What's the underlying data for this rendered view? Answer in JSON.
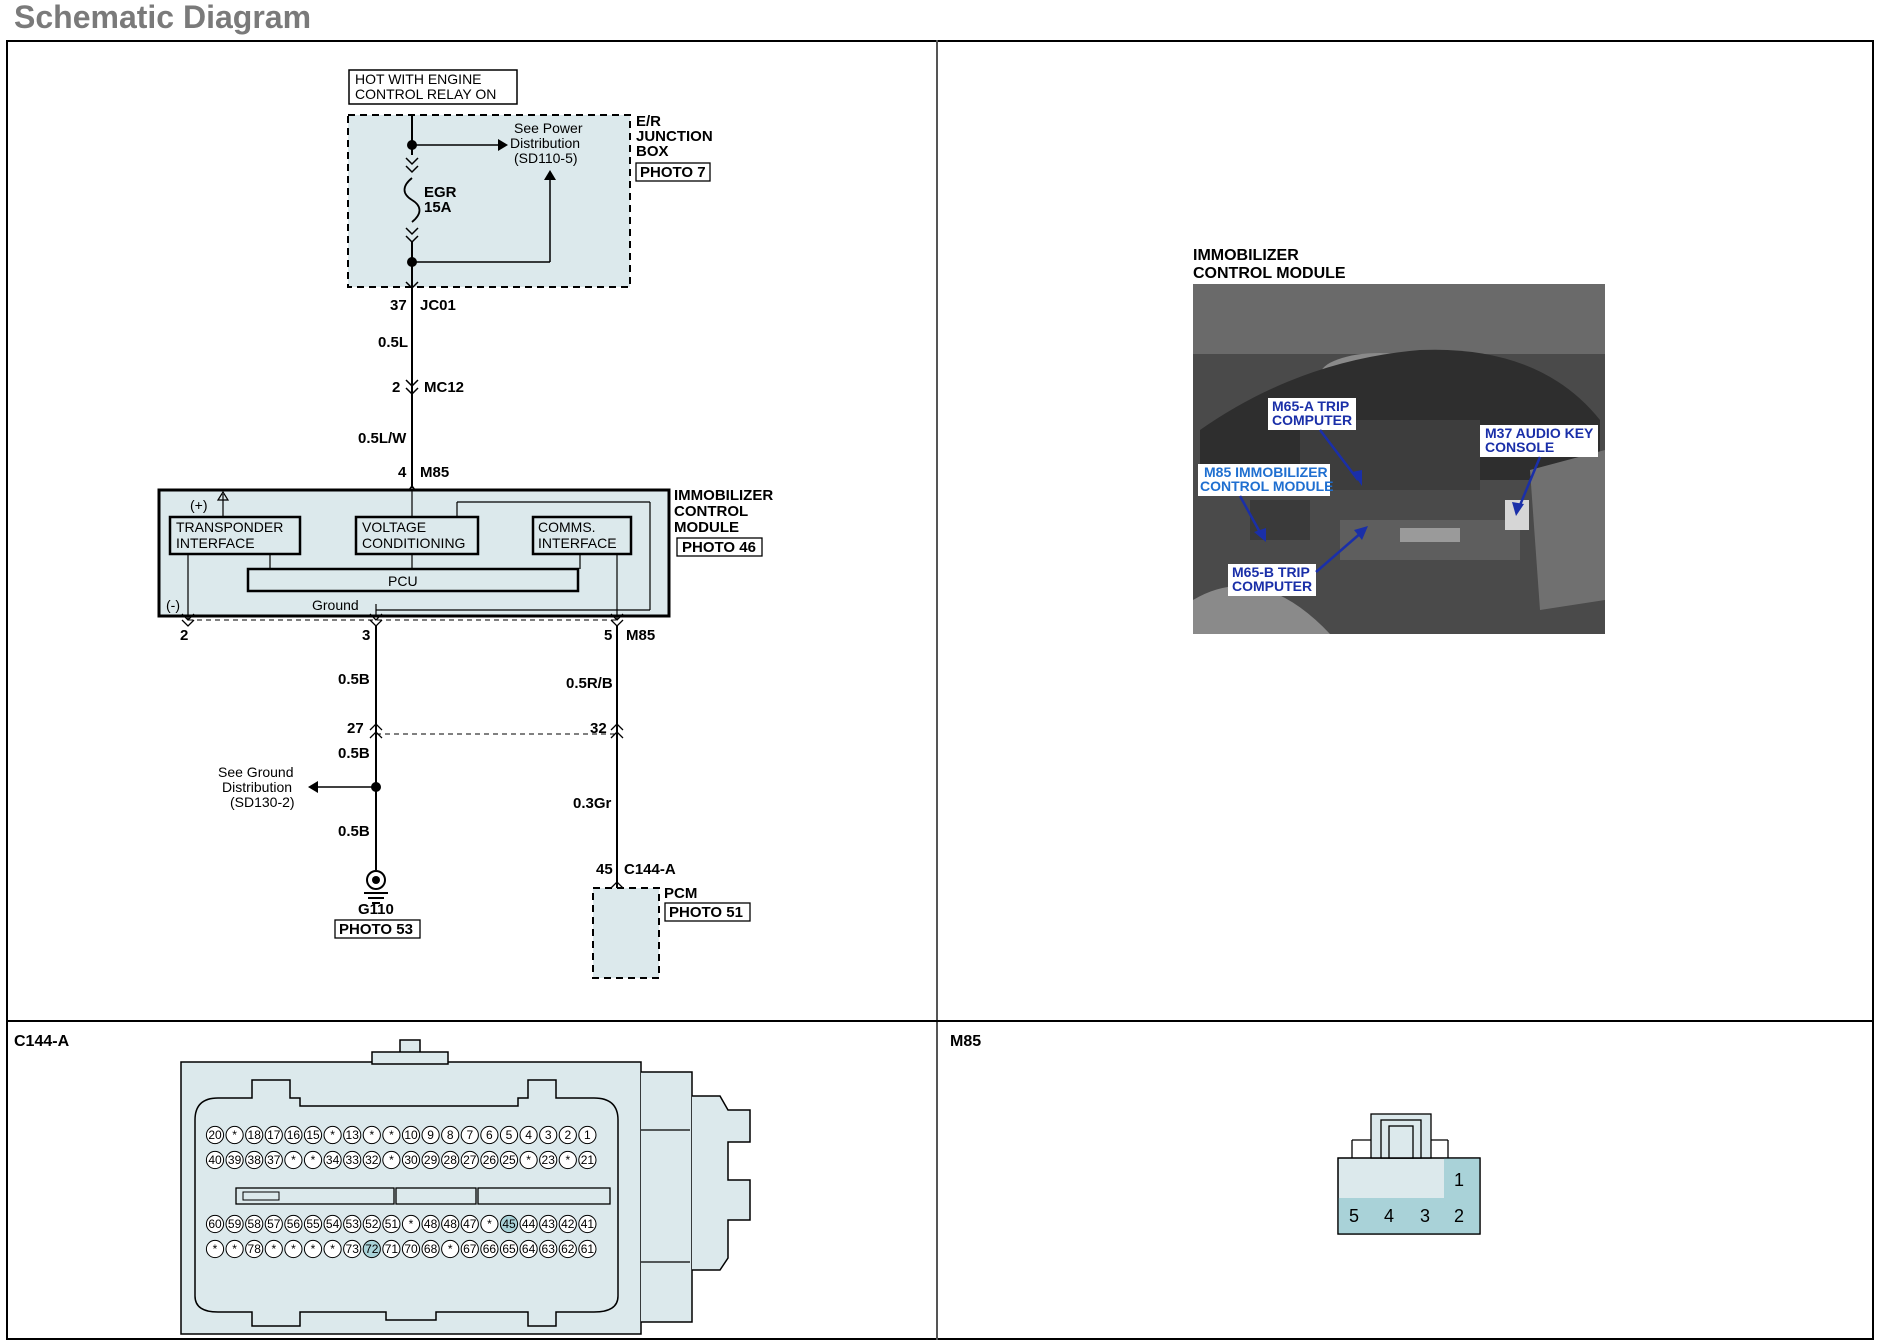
{
  "page_title": "Schematic Diagram",
  "schematic": {
    "hot_label_1": "HOT WITH ENGINE",
    "hot_label_2": "CONTROL RELAY ON",
    "junction_box_1": "E/R",
    "junction_box_2": "JUNCTION",
    "junction_box_3": "BOX",
    "junction_photo": "PHOTO 7",
    "see_power_1": "See Power",
    "see_power_2": "Distribution",
    "see_power_3": "(SD110-5)",
    "fuse_name": "EGR",
    "fuse_rating": "15A",
    "pin_37": "37",
    "conn_jc01": "JC01",
    "wire_05l": "0.5L",
    "pin_2a": "2",
    "conn_mc12": "MC12",
    "wire_05lw": "0.5L/W",
    "pin_4": "4",
    "conn_m85_top": "M85",
    "module_1": "IMMOBILIZER",
    "module_2": "CONTROL",
    "module_3": "MODULE",
    "module_photo": "PHOTO 46",
    "plus": "(+)",
    "minus": "(-)",
    "transponder_1": "TRANSPONDER",
    "transponder_2": "INTERFACE",
    "voltage_1": "VOLTAGE",
    "voltage_2": "CONDITIONING",
    "comms_1": "COMMS.",
    "comms_2": "INTERFACE",
    "pcu": "PCU",
    "ground": "Ground",
    "pin_2b": "2",
    "pin_3": "3",
    "pin_5": "5",
    "conn_m85_bot": "M85",
    "wire_05b_a": "0.5B",
    "wire_05rb": "0.5R/B",
    "pin_27": "27",
    "pin_32": "32",
    "wire_05b_b": "0.5B",
    "see_ground_1": "See Ground",
    "see_ground_2": "Distribution",
    "see_ground_3": "(SD130-2)",
    "wire_03gr": "0.3Gr",
    "wire_05b_c": "0.5B",
    "pin_45": "45",
    "conn_c144a": "C144-A",
    "pcm": "PCM",
    "pcm_photo": "PHOTO 51",
    "ground_id": "G110",
    "ground_photo": "PHOTO 53"
  },
  "photo": {
    "title_1": "IMMOBILIZER",
    "title_2": "CONTROL MODULE",
    "callout_m65a_1": "M65-A TRIP",
    "callout_m65a_2": "COMPUTER",
    "callout_m37_1": "M37 AUDIO KEY",
    "callout_m37_2": "CONSOLE",
    "callout_m85_1": "M85 IMMOBILIZER",
    "callout_m85_2": "CONTROL MODULE",
    "callout_m65b_1": "M65-B TRIP",
    "callout_m65b_2": "COMPUTER"
  },
  "c144": {
    "title": "C144-A",
    "row1": [
      "20",
      "*",
      "18",
      "17",
      "16",
      "15",
      "*",
      "13",
      "*",
      "*",
      "10",
      "9",
      "8",
      "7",
      "6",
      "5",
      "4",
      "3",
      "2",
      "1"
    ],
    "row2": [
      "40",
      "39",
      "38",
      "37",
      "*",
      "*",
      "34",
      "33",
      "32",
      "*",
      "30",
      "29",
      "28",
      "27",
      "26",
      "25",
      "*",
      "23",
      "*",
      "21"
    ],
    "row3": [
      "60",
      "59",
      "58",
      "57",
      "56",
      "55",
      "54",
      "53",
      "52",
      "51",
      "*",
      "48",
      "48",
      "47",
      "*",
      "45",
      "44",
      "43",
      "42",
      "41"
    ],
    "row4": [
      "*",
      "*",
      "78",
      "*",
      "*",
      "*",
      "*",
      "73",
      "72",
      "71",
      "70",
      "68",
      "*",
      "67",
      "66",
      "65",
      "64",
      "63",
      "62",
      "61"
    ]
  },
  "m85": {
    "title": "M85",
    "pin1": "1",
    "pin2": "2",
    "pin3": "3",
    "pin4": "4",
    "pin5": "5"
  },
  "colors": {
    "panel_fill": "#dce9ec",
    "pin_highlight": "#a9d2d8",
    "callout_blue": "#1a2fa8"
  }
}
